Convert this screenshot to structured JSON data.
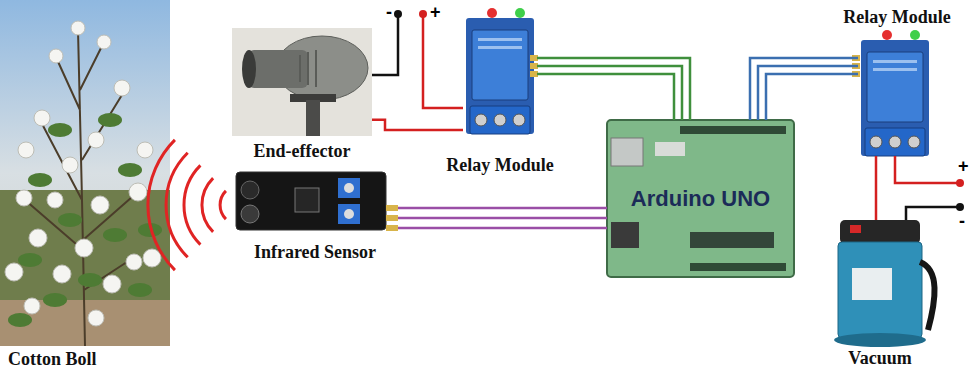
{
  "diagram": {
    "nodes": [
      {
        "text": [
          "Cotton Boll"
        ]
      },
      {
        "text": [
          "End-effector"
        ]
      },
      {
        "text": [
          "Relay Module"
        ]
      },
      {
        "text": [
          "Infrared Sensor"
        ]
      },
      {
        "text": [
          "Arduino UNO"
        ]
      },
      {
        "text": [
          "Relay Module"
        ]
      },
      {
        "text": [
          "Vacuum"
        ]
      }
    ],
    "edges": [
      {
        "from": 1,
        "to": 2,
        "arrow": "none"
      },
      {
        "from": 2,
        "to": 4,
        "arrow": "none"
      },
      {
        "from": 3,
        "to": 4,
        "arrow": "none"
      },
      {
        "from": 4,
        "to": 5,
        "arrow": "none"
      },
      {
        "from": 5,
        "to": 6,
        "arrow": "none"
      }
    ],
    "labels": [
      "-",
      "+",
      "+",
      "-"
    ]
  }
}
